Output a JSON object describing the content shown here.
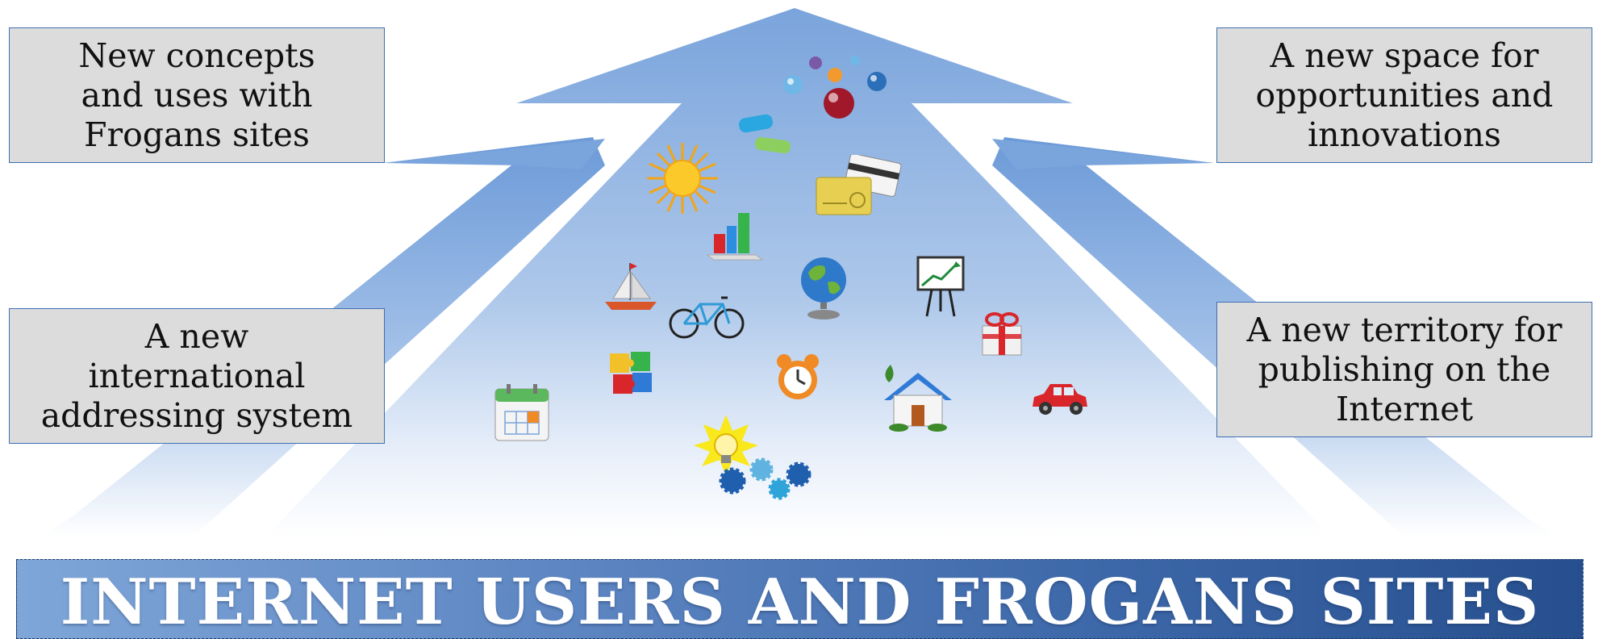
{
  "boxes": {
    "top_left": "New concepts\nand uses with\nFrogans sites",
    "bottom_left": "A new\ninternational\naddressing system",
    "top_right": "A new space for\nopportunities and\ninnovations",
    "bottom_right": "A new territory for\npublishing on the\nInternet"
  },
  "banner": {
    "title": "INTERNET USERS AND FROGANS SITES"
  },
  "colors": {
    "arrow_blue": "#7fa7dc",
    "box_fill": "#dcdcdc",
    "box_border": "#3f6fb3",
    "banner_dark": "#274f8e",
    "banner_light": "#7fa6d8"
  },
  "icons": [
    "molecules-icon",
    "tubes-icon",
    "sun-icon",
    "credit-card-icon",
    "bar-chart-icon",
    "sailboat-icon",
    "bicycle-icon",
    "globe-icon",
    "growth-chart-icon",
    "gift-icon",
    "puzzle-icon",
    "alarm-clock-icon",
    "house-icon",
    "car-icon",
    "calendar-icon",
    "lightbulb-gears-icon"
  ]
}
